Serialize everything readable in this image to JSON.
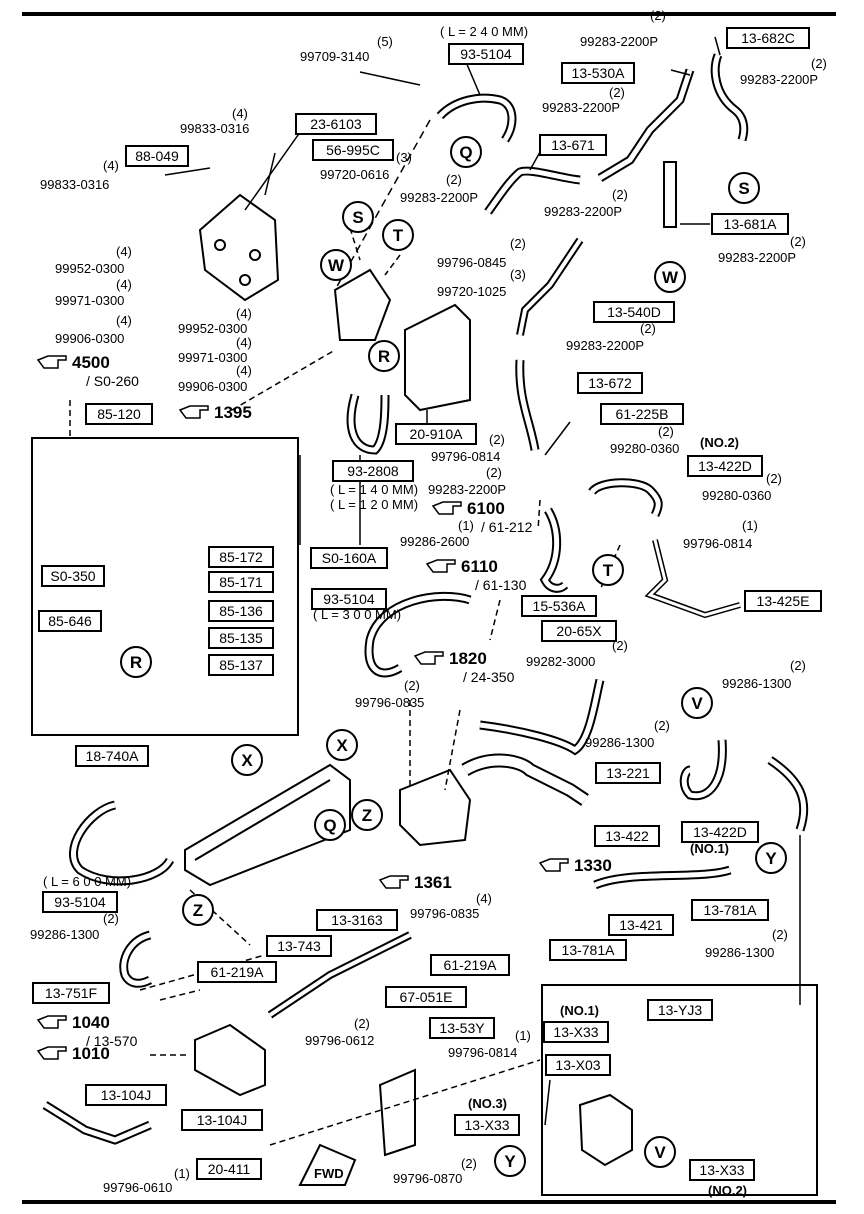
{
  "boxed_parts": [
    {
      "id": "93-5104a",
      "text": "93-5104"
    },
    {
      "id": "13-530A",
      "text": "13-530A"
    },
    {
      "id": "13-682C",
      "text": "13-682C"
    },
    {
      "id": "23-6103",
      "text": "23-6103"
    },
    {
      "id": "56-995C",
      "text": "56-995C"
    },
    {
      "id": "88-049",
      "text": "88-049"
    },
    {
      "id": "13-671",
      "text": "13-671"
    },
    {
      "id": "13-681A",
      "text": "13-681A"
    },
    {
      "id": "13-540D",
      "text": "13-540D"
    },
    {
      "id": "13-672",
      "text": "13-672"
    },
    {
      "id": "61-225B",
      "text": "61-225B"
    },
    {
      "id": "85-120",
      "text": "85-120"
    },
    {
      "id": "20-910A",
      "text": "20-910A"
    },
    {
      "id": "93-2808",
      "text": "93-2808"
    },
    {
      "id": "13-422D-a",
      "text": "13-422D"
    },
    {
      "id": "S0-160A",
      "text": "S0-160A"
    },
    {
      "id": "85-172",
      "text": "85-172"
    },
    {
      "id": "S0-350",
      "text": "S0-350"
    },
    {
      "id": "85-171",
      "text": "85-171"
    },
    {
      "id": "85-136",
      "text": "85-136"
    },
    {
      "id": "85-646",
      "text": "85-646"
    },
    {
      "id": "85-135",
      "text": "85-135"
    },
    {
      "id": "85-137",
      "text": "85-137"
    },
    {
      "id": "93-5104b",
      "text": "93-5104"
    },
    {
      "id": "15-536A",
      "text": "15-536A"
    },
    {
      "id": "20-65X",
      "text": "20-65X"
    },
    {
      "id": "13-425E",
      "text": "13-425E"
    },
    {
      "id": "18-740A",
      "text": "18-740A"
    },
    {
      "id": "13-221",
      "text": "13-221"
    },
    {
      "id": "13-422",
      "text": "13-422"
    },
    {
      "id": "13-422D-b",
      "text": "13-422D"
    },
    {
      "id": "93-5104c",
      "text": "93-5104"
    },
    {
      "id": "13-3163",
      "text": "13-3163"
    },
    {
      "id": "13-421",
      "text": "13-421"
    },
    {
      "id": "13-781A-a",
      "text": "13-781A"
    },
    {
      "id": "13-781A-b",
      "text": "13-781A"
    },
    {
      "id": "13-743",
      "text": "13-743"
    },
    {
      "id": "61-219A-a",
      "text": "61-219A"
    },
    {
      "id": "61-219A-b",
      "text": "61-219A"
    },
    {
      "id": "13-751F",
      "text": "13-751F"
    },
    {
      "id": "67-051E",
      "text": "67-051E"
    },
    {
      "id": "13-53Y",
      "text": "13-53Y"
    },
    {
      "id": "13-YJ3",
      "text": "13-YJ3"
    },
    {
      "id": "13-X33-a",
      "text": "13-X33"
    },
    {
      "id": "13-X03",
      "text": "13-X03"
    },
    {
      "id": "13-104J-a",
      "text": "13-104J"
    },
    {
      "id": "13-104J-b",
      "text": "13-104J"
    },
    {
      "id": "13-X33-b",
      "text": "13-X33"
    },
    {
      "id": "20-411",
      "text": "20-411"
    },
    {
      "id": "13-X33-c",
      "text": "13-X33"
    }
  ],
  "part_numbers": [
    {
      "id": "p1",
      "text": "99709-3140"
    },
    {
      "id": "p2",
      "text": "99283-2200P"
    },
    {
      "id": "p3",
      "text": "99283-2200P"
    },
    {
      "id": "p4",
      "text": "99283-2200P"
    },
    {
      "id": "p5",
      "text": "99833-0316"
    },
    {
      "id": "p6",
      "text": "99833-0316"
    },
    {
      "id": "p7",
      "text": "99720-0616"
    },
    {
      "id": "p8",
      "text": "99283-2200P"
    },
    {
      "id": "p9",
      "text": "99283-2200P"
    },
    {
      "id": "p10",
      "text": "99283-2200P"
    },
    {
      "id": "p11",
      "text": "99796-0845"
    },
    {
      "id": "p12",
      "text": "99952-0300"
    },
    {
      "id": "p13",
      "text": "99720-1025"
    },
    {
      "id": "p14",
      "text": "99971-0300"
    },
    {
      "id": "p15",
      "text": "99906-0300"
    },
    {
      "id": "p16",
      "text": "99952-0300"
    },
    {
      "id": "p17",
      "text": "99283-2200P"
    },
    {
      "id": "p18",
      "text": "99971-0300"
    },
    {
      "id": "p19",
      "text": "99906-0300"
    },
    {
      "id": "p20",
      "text": "99280-0360"
    },
    {
      "id": "p21",
      "text": "99796-0814"
    },
    {
      "id": "p22",
      "text": "99283-2200P"
    },
    {
      "id": "p23",
      "text": "99280-0360"
    },
    {
      "id": "p24",
      "text": "99286-2600"
    },
    {
      "id": "p25",
      "text": "99796-0814"
    },
    {
      "id": "p26",
      "text": "99282-3000"
    },
    {
      "id": "p27",
      "text": "99286-1300"
    },
    {
      "id": "p28",
      "text": "99796-0835"
    },
    {
      "id": "p29",
      "text": "99286-1300"
    },
    {
      "id": "p30",
      "text": "99796-0835"
    },
    {
      "id": "p31",
      "text": "99286-1300"
    },
    {
      "id": "p32",
      "text": "99286-1300"
    },
    {
      "id": "p33",
      "text": "99796-0612"
    },
    {
      "id": "p34",
      "text": "99796-0814"
    },
    {
      "id": "p35",
      "text": "99796-0870"
    },
    {
      "id": "p36",
      "text": "99796-0610"
    }
  ],
  "quantities": [
    "(5)",
    "(2)",
    "(2)",
    "(2)",
    "(4)",
    "(4)",
    "(3)",
    "(2)",
    "(2)",
    "(2)",
    "(2)",
    "(4)",
    "(3)",
    "(4)",
    "(4)",
    "(4)",
    "(2)",
    "(4)",
    "(4)",
    "(2)",
    "(2)",
    "(2)",
    "(2)",
    "(1)",
    "(1)",
    "(2)",
    "(2)",
    "(2)",
    "(2)",
    "(4)",
    "(2)",
    "(2)",
    "(1)",
    "(2)",
    "(1)",
    "(2)"
  ],
  "page_refs": [
    {
      "id": "r4500",
      "num": "4500",
      "sub": "/ S0-260"
    },
    {
      "id": "r1395",
      "num": "1395",
      "sub": ""
    },
    {
      "id": "r6100",
      "num": "6100",
      "sub": "/ 61-212"
    },
    {
      "id": "r6110",
      "num": "6110",
      "sub": "/ 61-130"
    },
    {
      "id": "r1820",
      "num": "1820",
      "sub": "/ 24-350"
    },
    {
      "id": "r1330",
      "num": "1330",
      "sub": ""
    },
    {
      "id": "r1361",
      "num": "1361",
      "sub": ""
    },
    {
      "id": "r1040",
      "num": "1040",
      "sub": "/ 13-570"
    },
    {
      "id": "r1010",
      "num": "1010",
      "sub": ""
    }
  ],
  "lengths": [
    "( L = 2 4 0 MM)",
    "( L = 1 4 0 MM)",
    "( L = 1 2 0 MM)",
    "( L = 3 0 0 MM)",
    "( L = 6 0 0 MM)"
  ],
  "notes": [
    "(NO.2)",
    "(NO.1)",
    "(NO.1)",
    "(NO.3)",
    "(NO.2)",
    "FWD"
  ],
  "letters": [
    "Q",
    "S",
    "T",
    "W",
    "S",
    "W",
    "R",
    "R",
    "T",
    "V",
    "X",
    "X",
    "Q",
    "Z",
    "Z",
    "Y",
    "V",
    "Y"
  ],
  "colors": {
    "ink": "#000000",
    "paper": "#ffffff"
  }
}
